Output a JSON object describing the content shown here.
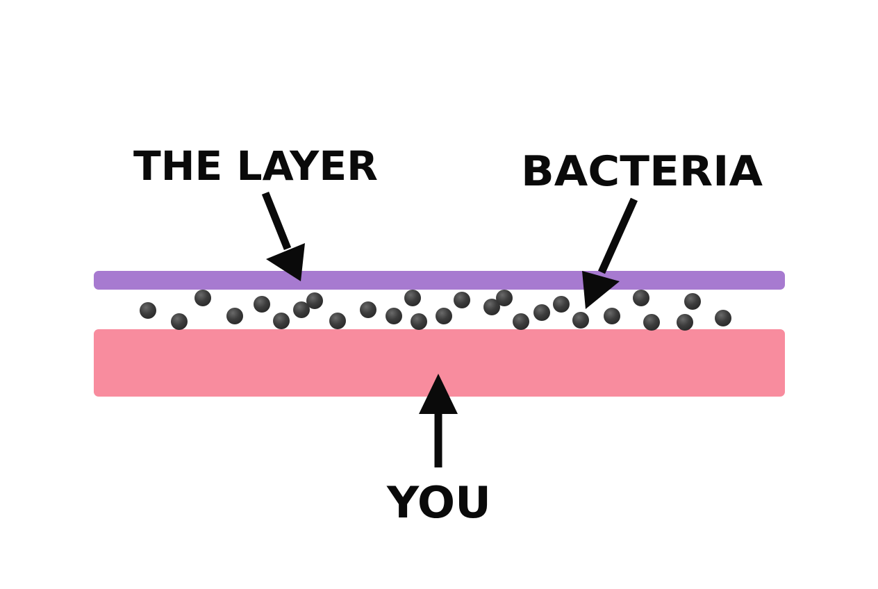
{
  "labels": {
    "layer": "THE LAYER",
    "bacteria": "BACTERIA",
    "you": "YOU"
  },
  "colors": {
    "layer": "#a77ad0",
    "skin": "#f88c9e",
    "bacteria": "#3d3d3d",
    "ink": "#0a0a0a",
    "background": "#ffffff"
  }
}
